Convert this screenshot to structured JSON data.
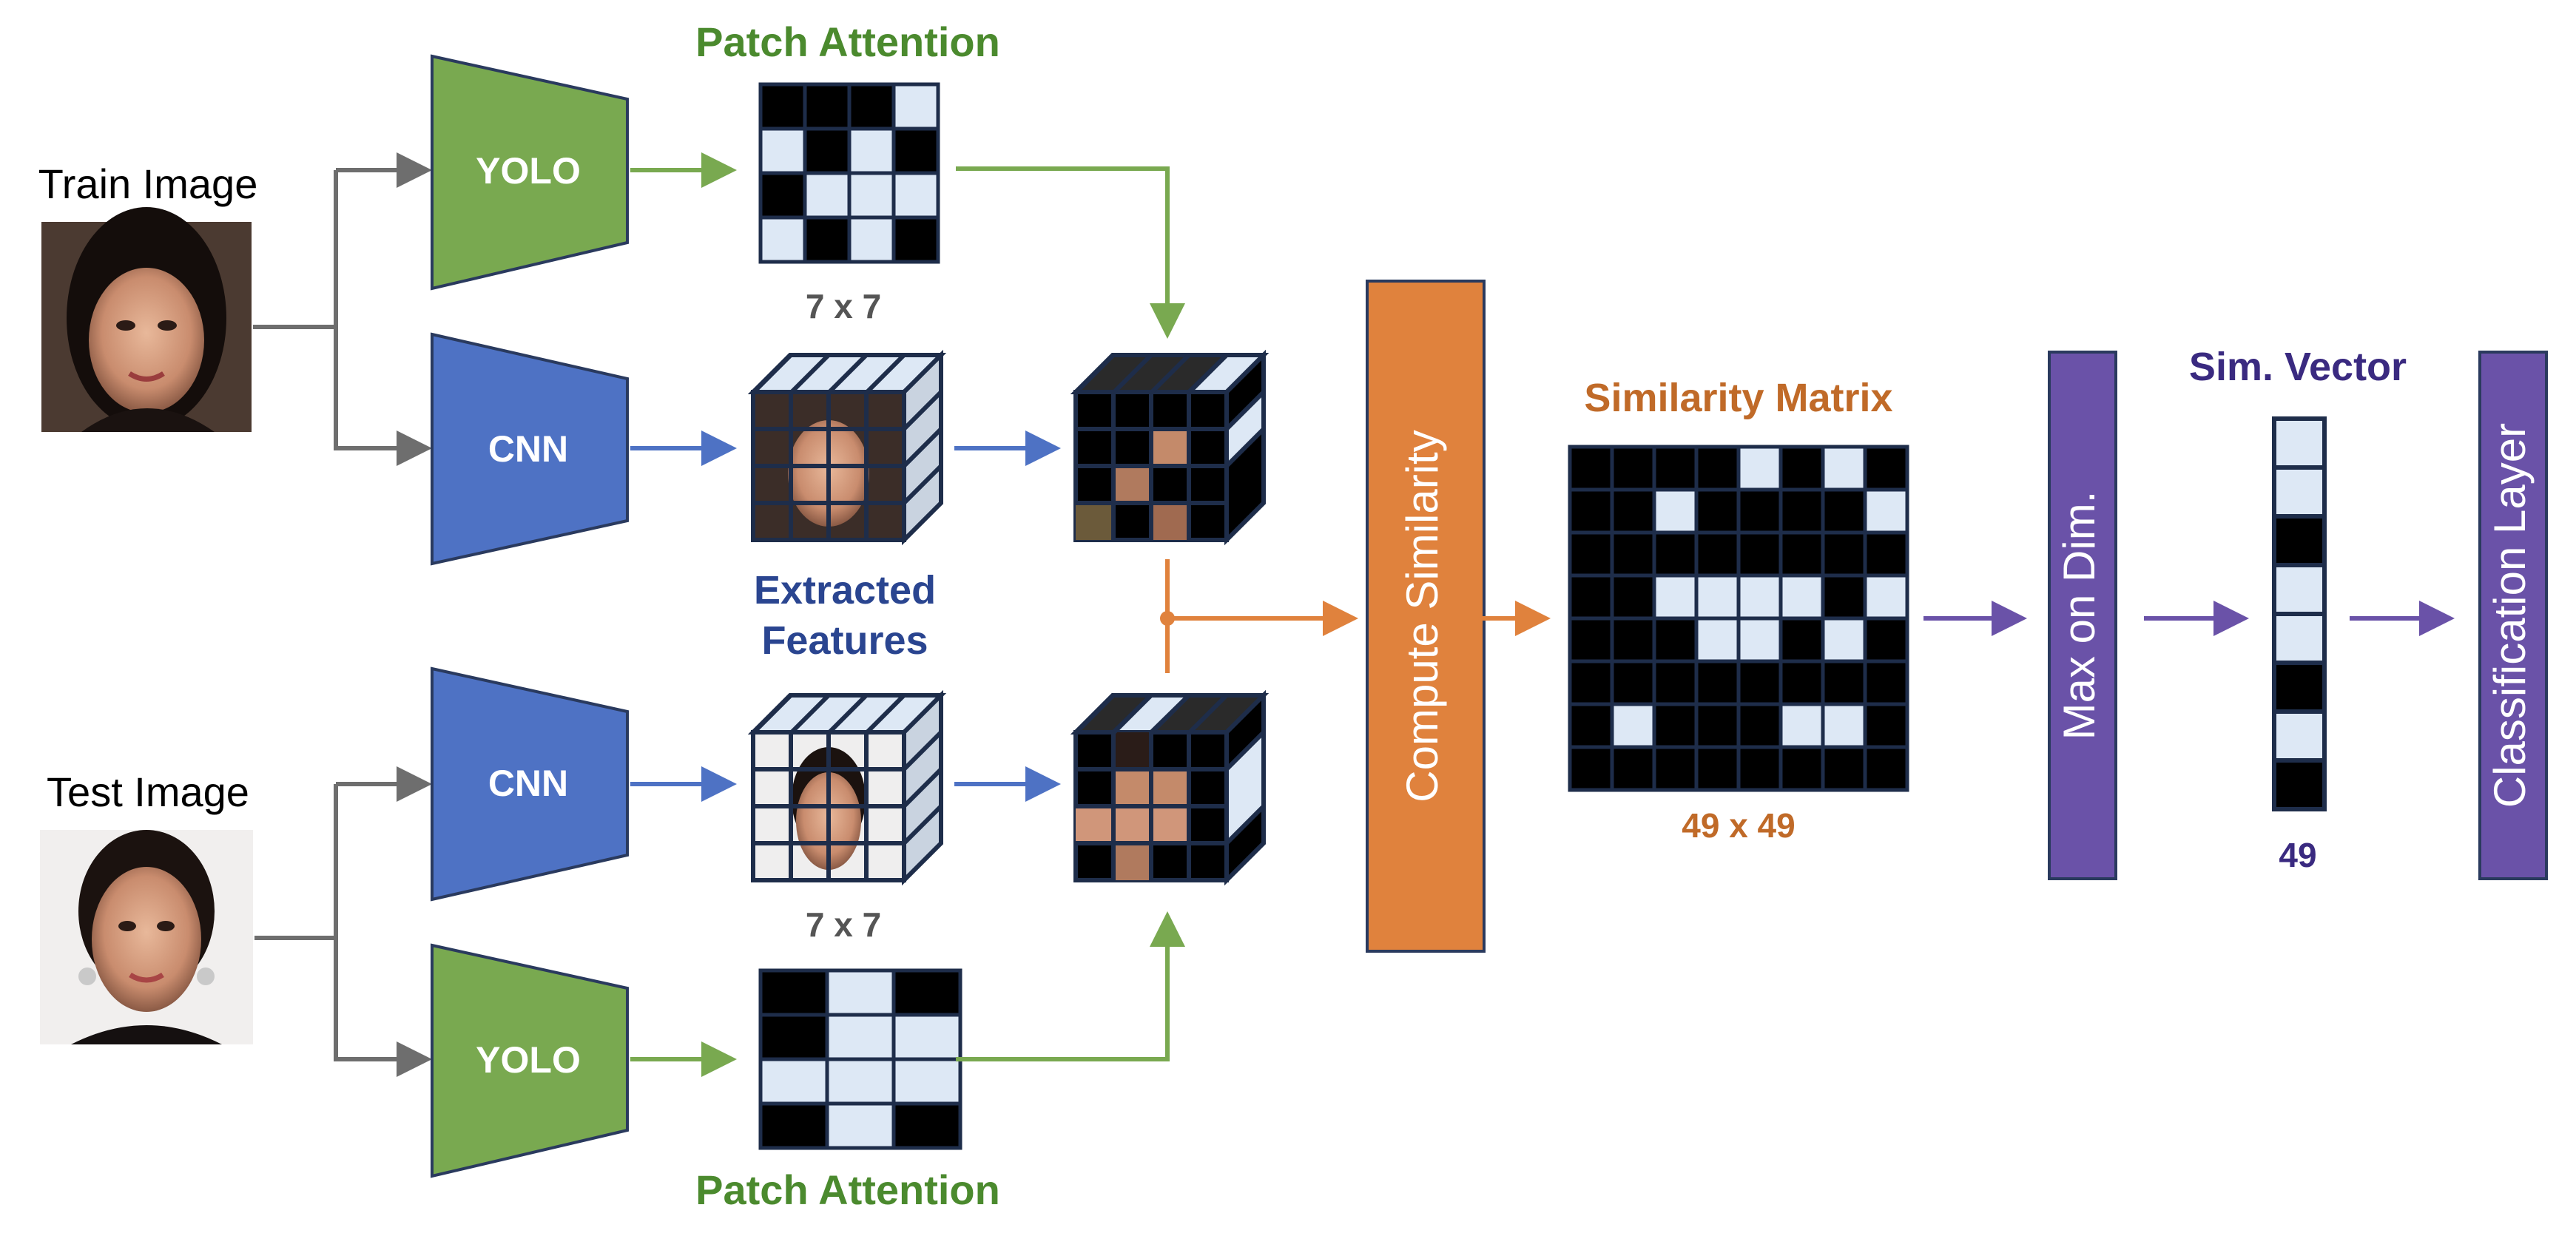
{
  "inputs": {
    "train_label": "Train Image",
    "test_label": "Test Image"
  },
  "blocks": {
    "yolo_top": "YOLO",
    "cnn_top": "CNN",
    "cnn_bottom": "CNN",
    "yolo_bottom": "YOLO",
    "compute_similarity": "Compute Similarity",
    "max_on_dim": "Max on Dim.",
    "classification_layer": "Classification Layer"
  },
  "labels": {
    "patch_attention_top": "Patch Attention",
    "patch_attention_bottom": "Patch Attention",
    "grid_size_top": "7 x 7",
    "grid_size_bottom": "7 x 7",
    "extracted_features_line1": "Extracted",
    "extracted_features_line2": "Features",
    "similarity_matrix_title": "Similarity Matrix",
    "similarity_matrix_size": "49 x 49",
    "sim_vector_title": "Sim. Vector",
    "sim_vector_size": "49"
  },
  "attention_top": {
    "rows": 4,
    "cols": 4,
    "on": [
      [
        0,
        3
      ],
      [
        1,
        0
      ],
      [
        1,
        2
      ],
      [
        2,
        1
      ],
      [
        2,
        2
      ],
      [
        2,
        3
      ],
      [
        3,
        0
      ],
      [
        3,
        2
      ]
    ]
  },
  "attention_bottom": {
    "rows": 4,
    "cols": 3,
    "on": [
      [
        0,
        1
      ],
      [
        1,
        1
      ],
      [
        1,
        2
      ],
      [
        2,
        0
      ],
      [
        2,
        1
      ],
      [
        2,
        2
      ],
      [
        3,
        1
      ]
    ]
  },
  "similarity_matrix": {
    "rows": 8,
    "cols": 8,
    "on": [
      [
        0,
        4
      ],
      [
        0,
        6
      ],
      [
        1,
        2
      ],
      [
        1,
        7
      ],
      [
        3,
        2
      ],
      [
        3,
        3
      ],
      [
        3,
        4
      ],
      [
        3,
        5
      ],
      [
        3,
        7
      ],
      [
        4,
        3
      ],
      [
        4,
        4
      ],
      [
        4,
        6
      ],
      [
        6,
        1
      ],
      [
        6,
        5
      ],
      [
        6,
        6
      ]
    ]
  },
  "sim_vector": {
    "cells": [
      1,
      1,
      0,
      1,
      1,
      0,
      1,
      0
    ]
  },
  "colors": {
    "green": "#79a950",
    "blue": "#4e72c4",
    "orange": "#e0823d",
    "purple": "#6a52a8",
    "cell_on": "#dde8f5",
    "cell_off": "#000000",
    "grid_line": "#1e2d4a"
  }
}
